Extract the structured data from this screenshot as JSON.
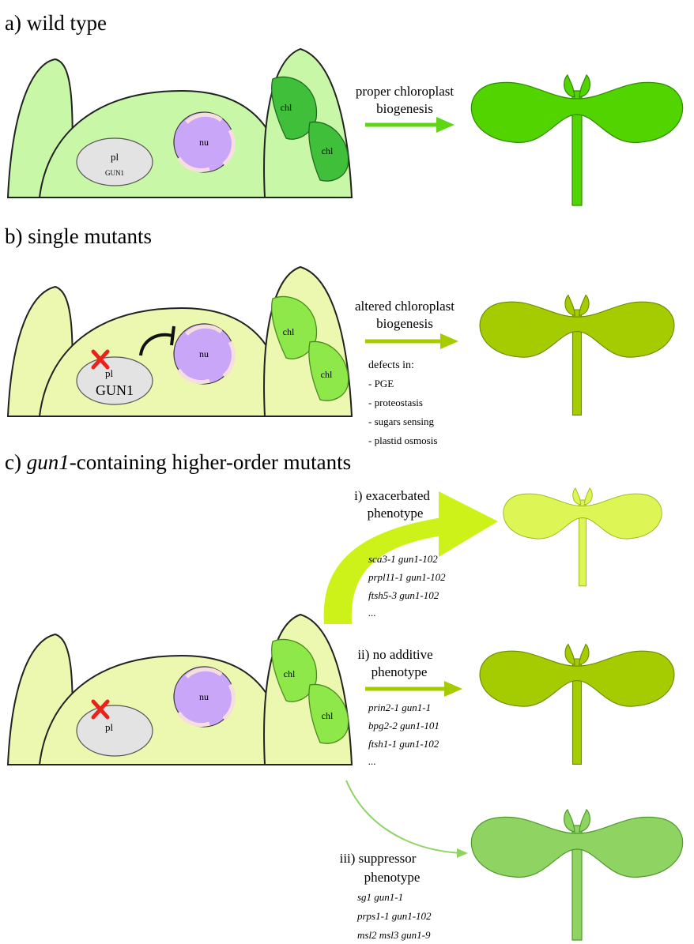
{
  "panels": {
    "a": {
      "title": "a) wild type",
      "arrow_label": [
        "proper chloroplast",
        "biogenesis"
      ],
      "cell_labels": {
        "plastid": "pl",
        "gun1": "GUN1",
        "nucleus": "nu",
        "chloroplast": "chl"
      }
    },
    "b": {
      "title": "b) single mutants",
      "arrow_label": [
        "altered chloroplast",
        "biogenesis"
      ],
      "defects_title": "defects in:",
      "defects": [
        "- PGE",
        "- proteostasis",
        "- sugars sensing",
        "- plastid osmosis"
      ],
      "cell_labels": {
        "plastid": "pl",
        "gun1": "GUN1",
        "nucleus": "nu",
        "chloroplast": "chl"
      }
    },
    "c": {
      "title_prefix": "c) ",
      "title_italic": "gun1",
      "title_suffix": "-containing higher-order mutants",
      "cell_labels": {
        "plastid": "pl",
        "nucleus": "nu",
        "chloroplast": "chl"
      },
      "branches": [
        {
          "label": [
            "i) exacerbated",
            "phenotype"
          ],
          "mutants": [
            "sca3-1 gun1-102",
            "prpl11-1 gun1-102",
            "ftsh5-3 gun1-102",
            "..."
          ]
        },
        {
          "label": [
            "ii) no additive",
            "phenotype"
          ],
          "mutants": [
            "prin2-1 gun1-1",
            "bpg2-2 gun1-101",
            "ftsh1-1 gun1-102",
            "..."
          ]
        },
        {
          "label": [
            "iii) suppressor",
            "phenotype"
          ],
          "mutants": [
            "sg1 gun1-1",
            "prps1-1 gun1-102",
            "msl2 msl3 gun1-9"
          ]
        }
      ]
    }
  },
  "colors": {
    "wt_cell": "#c9f7a8",
    "mutant_cell": "#ecf8b0",
    "nucleus": "#c9a6f7",
    "plastid": "#e3e3e3",
    "wt_chl": "#3fbf3a",
    "mut_chl": "#8ee84a",
    "seedling_wt": "#52d400",
    "seedling_mut": "#a4cc00",
    "seedling_exacerbated": "#ddf555",
    "seedling_suppressor": "#8fd462",
    "arrow_wt": "#5fd615",
    "arrow_mut": "#a6cc00",
    "arrow_exacerbated": "#cdf21a",
    "arrow_suppressor": "#8fd462",
    "inhibition": "#111111",
    "cross": "#e8231c"
  }
}
